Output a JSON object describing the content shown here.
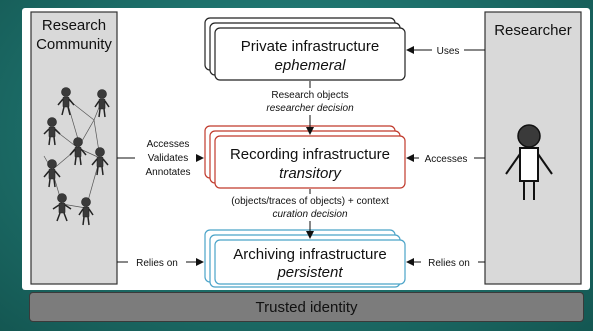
{
  "side_boxes": {
    "community": {
      "line1": "Research",
      "line2": "Community"
    },
    "researcher": {
      "label": "Researcher"
    }
  },
  "private": {
    "title": "Private infrastructure",
    "subtitle": "ephemeral",
    "border": "#222222"
  },
  "recording": {
    "title": "Recording infrastructure",
    "subtitle": "transitory",
    "border": "#c0392b"
  },
  "archiving": {
    "title": "Archiving infrastructure",
    "subtitle": "persistent",
    "border": "#4aa3c8"
  },
  "flows": {
    "research_objects": "Research objects",
    "researcher_decision": "researcher decision",
    "objects_context": "(objects/traces of objects) + context",
    "curation_decision": "curation decision"
  },
  "arrows": {
    "uses": "Uses",
    "accesses_right": "Accesses",
    "relies_on_right": "Relies on",
    "accesses_left": [
      "Accesses",
      "Validates",
      "Annotates"
    ],
    "relies_on_left": "Relies on"
  },
  "footer": {
    "trusted_identity": "Trusted identity"
  },
  "icons": {
    "community": "people-network-icon",
    "researcher": "person-icon"
  }
}
